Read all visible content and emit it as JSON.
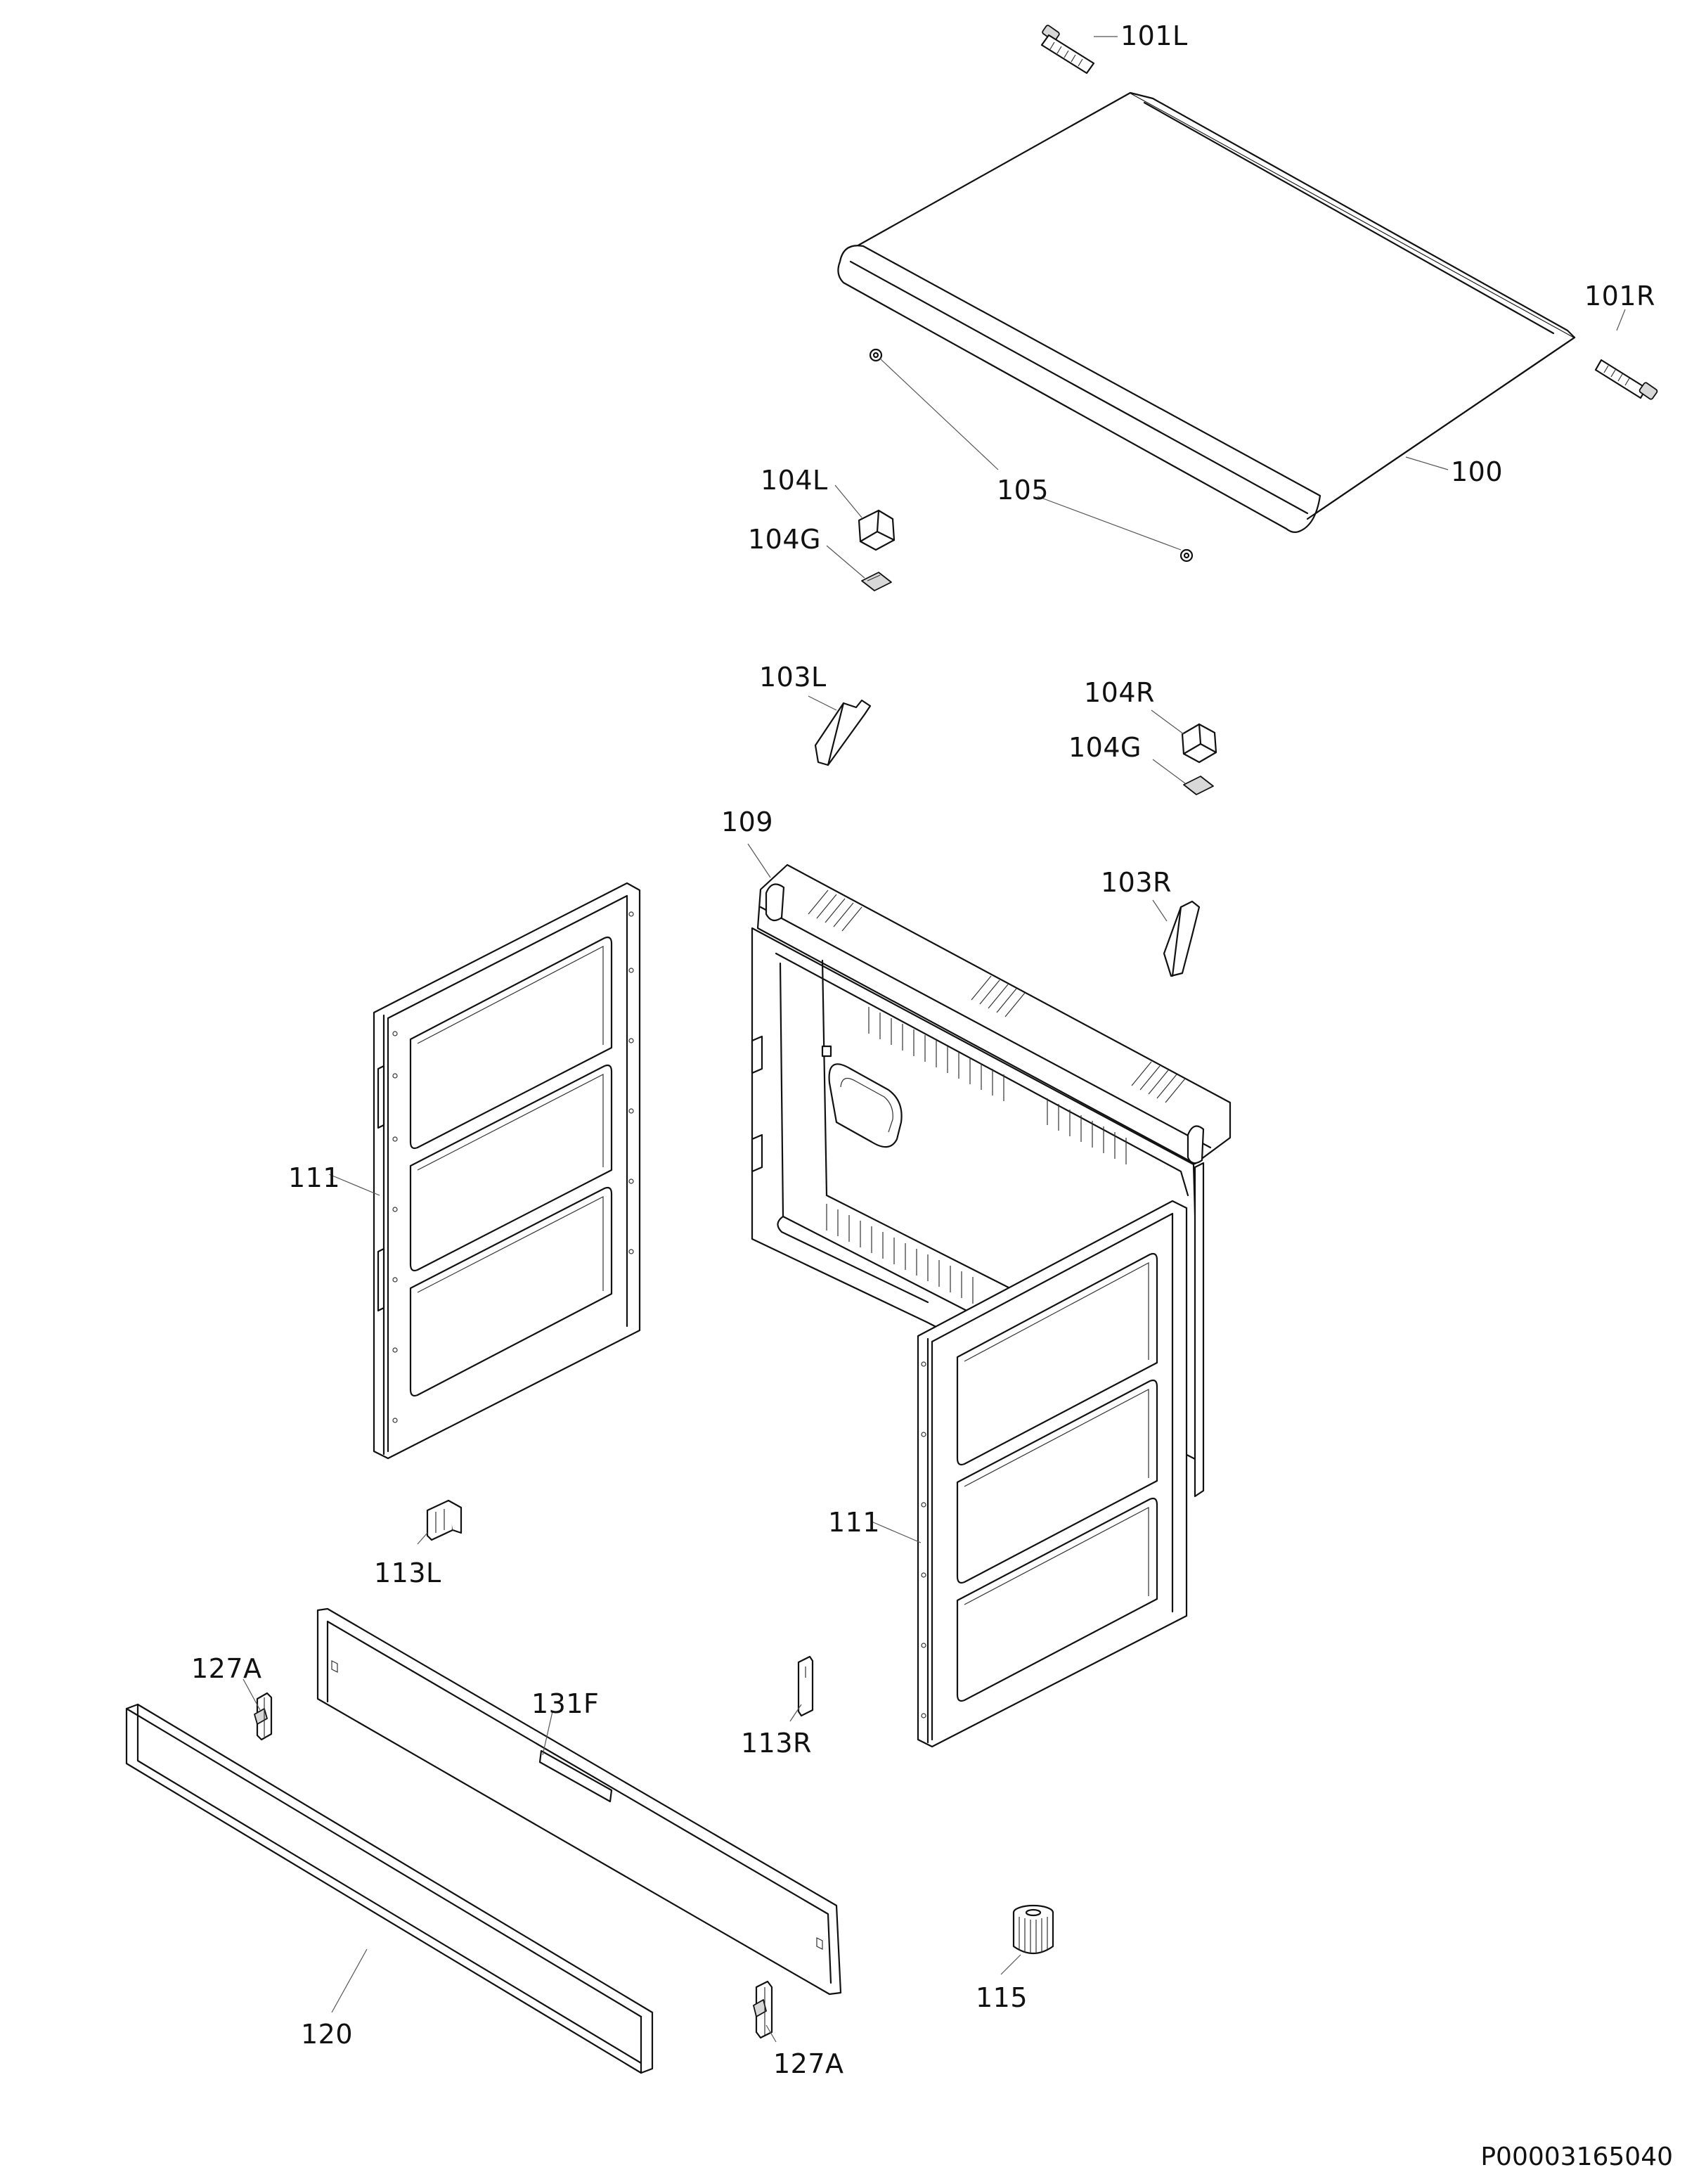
{
  "diagram": {
    "parts": [
      {
        "id": "p100",
        "label": "100"
      },
      {
        "id": "p101L",
        "label": "101L"
      },
      {
        "id": "p101R",
        "label": "101R"
      },
      {
        "id": "p103L",
        "label": "103L"
      },
      {
        "id": "p103R",
        "label": "103R"
      },
      {
        "id": "p104L",
        "label": "104L"
      },
      {
        "id": "p104G_a",
        "label": "104G"
      },
      {
        "id": "p104R",
        "label": "104R"
      },
      {
        "id": "p104G_b",
        "label": "104G"
      },
      {
        "id": "p105",
        "label": "105"
      },
      {
        "id": "p109",
        "label": "109"
      },
      {
        "id": "p111_a",
        "label": "111"
      },
      {
        "id": "p111_b",
        "label": "111"
      },
      {
        "id": "p113L",
        "label": "113L"
      },
      {
        "id": "p113R",
        "label": "113R"
      },
      {
        "id": "p115",
        "label": "115"
      },
      {
        "id": "p120",
        "label": "120"
      },
      {
        "id": "p127A_a",
        "label": "127A"
      },
      {
        "id": "p127A_b",
        "label": "127A"
      },
      {
        "id": "p131F",
        "label": "131F"
      }
    ],
    "drawing_code": "P00003165040"
  }
}
